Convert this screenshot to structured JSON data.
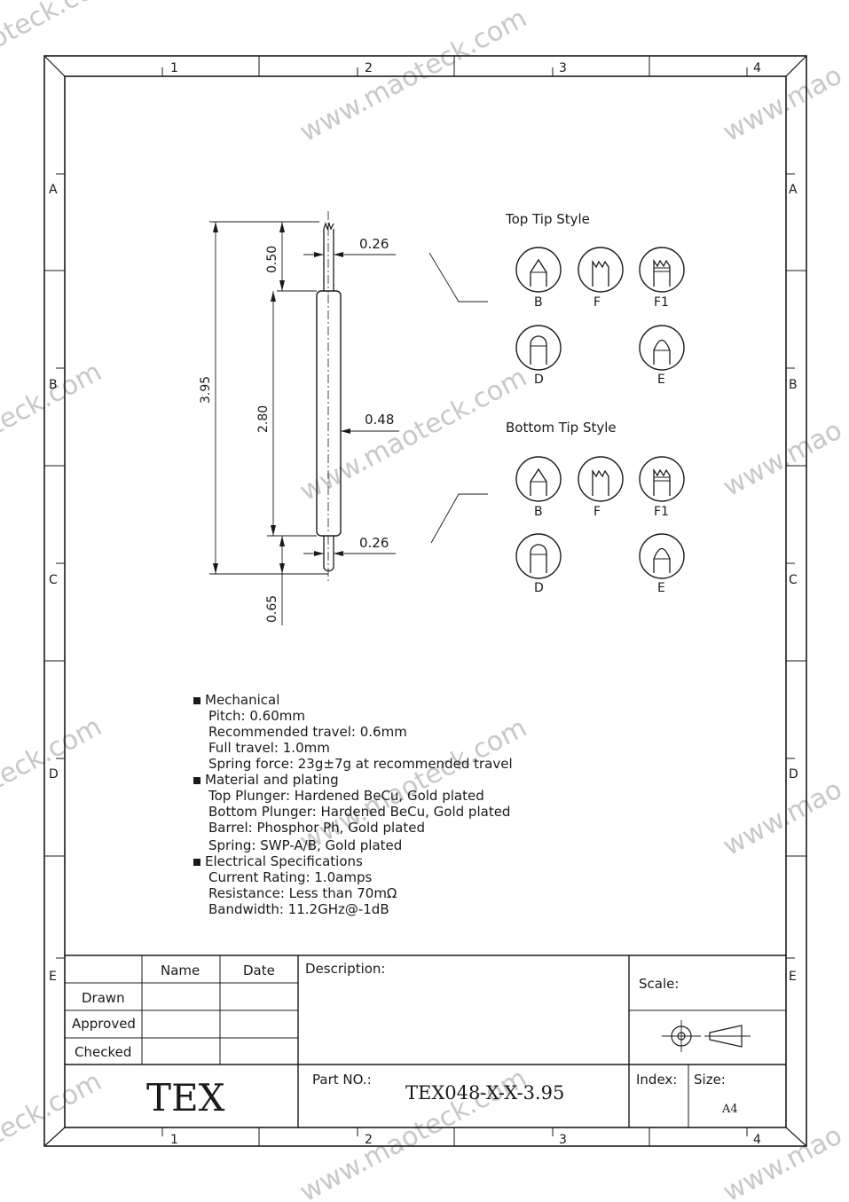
{
  "frame": {
    "columns": [
      "1",
      "2",
      "3",
      "4"
    ],
    "rows": [
      "A",
      "B",
      "C",
      "D",
      "E"
    ]
  },
  "watermark": {
    "site": "www.maoteck.com",
    "partial_top_left": "oteck.com",
    "partial_left": "teck.com",
    "partial_right": "www.mao",
    "partial_bottom_right": "www.mao"
  },
  "dimensions": {
    "overall_length": "3.95",
    "top_plunger_length": "0.50",
    "barrel_length": "2.80",
    "bottom_plunger_length": "0.65",
    "top_plunger_diameter": "0.26",
    "barrel_diameter": "0.48",
    "bottom_plunger_diameter": "0.26"
  },
  "tip_styles": {
    "top_title": "Top Tip Style",
    "bottom_title": "Bottom Tip Style",
    "labels": {
      "b": "B",
      "f": "F",
      "f1": "F1",
      "d": "D",
      "e": "E"
    }
  },
  "specs": {
    "mechanical": {
      "heading": "Mechanical",
      "items": [
        "Pitch: 0.60mm",
        "Recommended travel: 0.6mm",
        "Full travel: 1.0mm",
        "Spring force: 23g±7g at recommended travel"
      ]
    },
    "material": {
      "heading": "Material and plating",
      "items": [
        "Top Plunger: Hardened BeCu, Gold plated",
        "Bottom Plunger: Hardened BeCu, Gold plated",
        "Barrel: Phosphor Ph, Gold plated",
        "Spring: SWP-A/B, Gold plated"
      ]
    },
    "electrical": {
      "heading": "Electrical Specifications",
      "items": [
        "Current Rating: 1.0amps",
        "Resistance: Less than 70mΩ",
        "Bandwidth: 11.2GHz@-1dB"
      ]
    }
  },
  "title_block": {
    "name_header": "Name",
    "date_header": "Date",
    "drawn": "Drawn",
    "approved": "Approved",
    "checked": "Checked",
    "description_label": "Description:",
    "scale_label": "Scale:",
    "company": "TEX",
    "part_no_label": "Part NO.:",
    "part_no": "TEX048-X-X-3.95",
    "index_label": "Index:",
    "size_label": "Size:",
    "size_value": "A4"
  }
}
